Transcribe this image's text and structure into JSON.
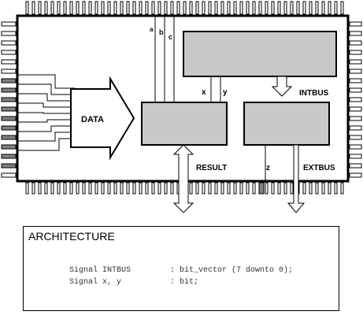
{
  "diagram": {
    "labels": {
      "data": "DATA",
      "intbus": "INTBUS",
      "result": "RESULT",
      "extbus": "EXTBUS",
      "a": "a",
      "b": "b",
      "c": "c",
      "x": "x",
      "y": "y",
      "z": "z"
    },
    "colors": {
      "block_fill": "#c8c8c8",
      "pin_dark": "#808080",
      "outline": "#000000"
    }
  },
  "architecture": {
    "title": "ARCHITECTURE",
    "line1_decl": "Signal INTBUS",
    "line1_type": ": bit_vector (7 downto 0);",
    "line2_decl": "Signal x, y",
    "line2_type": ": bit;"
  }
}
